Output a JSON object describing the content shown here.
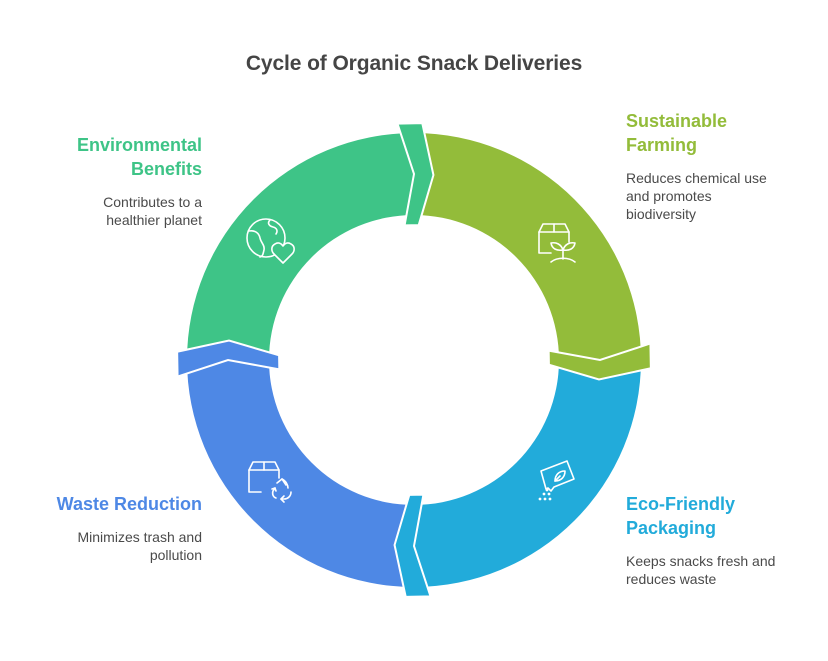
{
  "title": "Cycle of Organic Snack Deliveries",
  "colors": {
    "environmental": "#3EC487",
    "farming": "#93BC3A",
    "packaging": "#22ABDA",
    "waste": "#4E88E5",
    "text": "#4a4a4a",
    "title": "#454545"
  },
  "steps": [
    {
      "id": "environmental",
      "heading": "Environmental Benefits",
      "heading_lines": [
        "Environmental",
        "Benefits"
      ],
      "description_lines": [
        "Contributes to a",
        "healthier planet"
      ],
      "icon": "globe-heart-icon"
    },
    {
      "id": "farming",
      "heading": "Sustainable Farming",
      "heading_lines": [
        "Sustainable",
        "Farming"
      ],
      "description_lines": [
        "Reduces chemical use",
        "and promotes",
        "biodiversity"
      ],
      "icon": "box-sprout-icon"
    },
    {
      "id": "packaging",
      "heading": "Eco-Friendly Packaging",
      "heading_lines": [
        "Eco-Friendly",
        "Packaging"
      ],
      "description_lines": [
        "Keeps snacks fresh and",
        "reduces waste"
      ],
      "icon": "leaf-packet-icon"
    },
    {
      "id": "waste",
      "heading": "Waste Reduction",
      "heading_lines": [
        "Waste Reduction"
      ],
      "description_lines": [
        "Minimizes trash and",
        "pollution"
      ],
      "icon": "box-recycle-icon"
    }
  ]
}
